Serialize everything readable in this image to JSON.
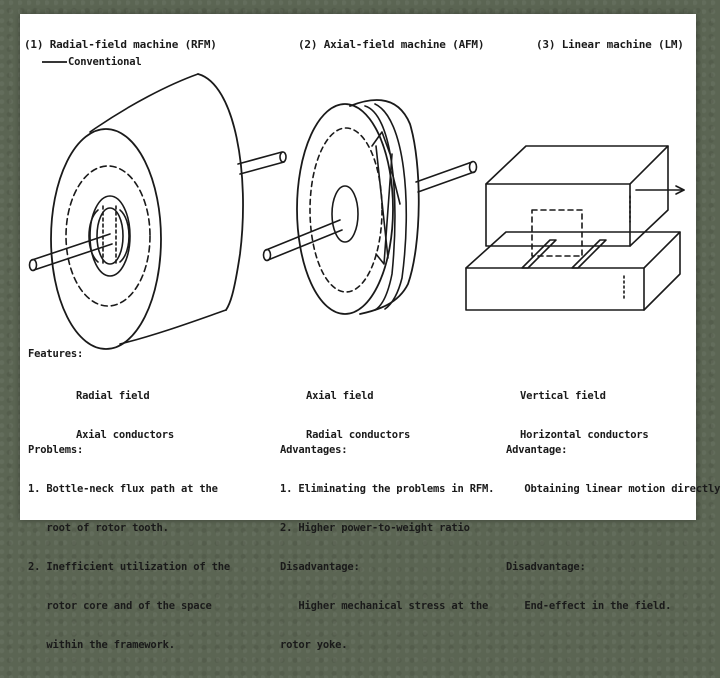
{
  "panel_titles": {
    "rfm": "(1) Radial-field machine (RFM)",
    "rfm_sub": "Conventional",
    "afm": "(2) Axial-field machine (AFM)",
    "lm": "(3) Linear machine (LM)"
  },
  "features": {
    "heading": "Features:",
    "rfm": [
      "Radial field",
      "Axial conductors"
    ],
    "afm": [
      "Axial field",
      "Radial conductors"
    ],
    "lm": [
      "Vertical field",
      "Horizontal conductors"
    ]
  },
  "rfm_problems": {
    "heading": "Problems:",
    "lines": [
      "1. Bottle-neck flux path at the",
      "   root of rotor tooth.",
      "2. Inefficient utilization of the",
      "   rotor core and of the space",
      "   within the framework."
    ]
  },
  "afm_notes": {
    "lines": [
      "Advantages:",
      "1. Eliminating the problems in RFM.",
      "2. Higher power-to-weight ratio",
      "Disadvantage:",
      "   Higher mechanical stress at the",
      "rotor yoke."
    ]
  },
  "lm_notes": {
    "lines": [
      "Advantage:",
      "   Obtaining linear motion directly.",
      "",
      "Disadvantage:",
      "   End-effect in the field."
    ]
  },
  "colors": {
    "background": "#5b6553",
    "sheet": "#ffffff",
    "ink": "#1a1a1a"
  }
}
